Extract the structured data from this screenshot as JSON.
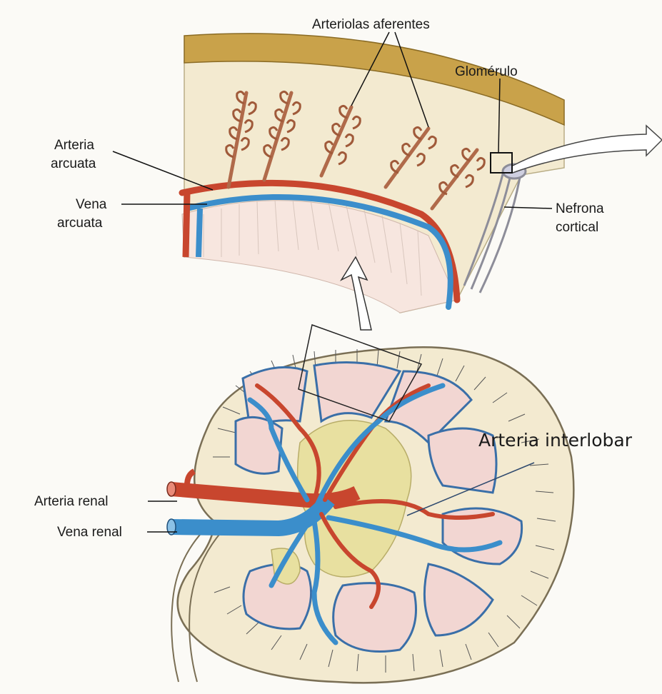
{
  "labels": {
    "arteriolas_aferentes": "Arteriolas aferentes",
    "glomerulo": "Glomérulo",
    "arteria_arcuata_1": "Arteria",
    "arteria_arcuata_2": "arcuata",
    "vena_arcuata_1": "Vena",
    "vena_arcuata_2": "arcuata",
    "nefrona_cortical_1": "Nefrona",
    "nefrona_cortical_2": "cortical",
    "arteria_interlobar": "Arteria interlobar",
    "arteria_renal": "Arteria renal",
    "vena_renal": "Vena renal"
  },
  "colors": {
    "artery": "#c8462e",
    "vein": "#3b8ecb",
    "cortex": "#f3ead0",
    "capsule": "#c9a24a",
    "medulla": "#f2d6d2",
    "pelvis": "#e8e0a0"
  }
}
